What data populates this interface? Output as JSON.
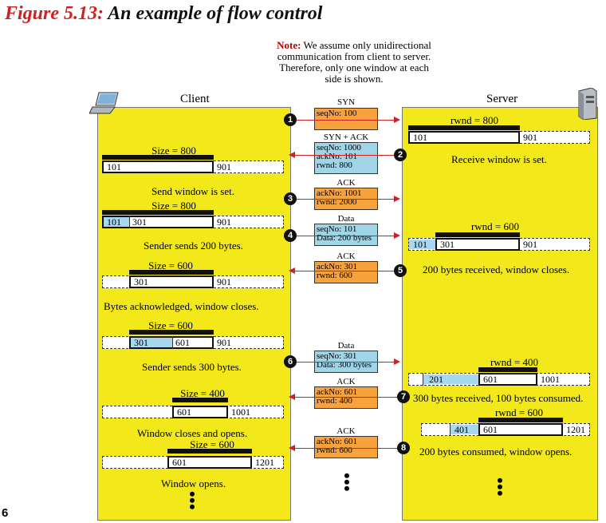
{
  "figure": {
    "number": "Figure 5.13:",
    "caption": "An example of flow control"
  },
  "note": {
    "label": "Note:",
    "line1": "We assume only unidirectional",
    "line2": "communication from client to server.",
    "line3": "Therefore, only one window at each",
    "line4": "side is shown."
  },
  "client_label": "Client",
  "server_label": "Server",
  "page_number": "6",
  "client": {
    "size1": "Size = 800",
    "w1": [
      "101",
      "901"
    ],
    "cap1": "Send window is set.",
    "size2": "Size = 800",
    "w2": [
      "101",
      "301",
      "901"
    ],
    "cap2": "Sender sends 200 bytes.",
    "size3": "Size = 600",
    "w3": [
      "301",
      "901"
    ],
    "cap3": "Bytes acknowledged, window closes.",
    "size4": "Size = 600",
    "w4": [
      "301",
      "601",
      "901"
    ],
    "cap4": "Sender sends 300 bytes.",
    "size5": "Size = 400",
    "w5": [
      "601",
      "1001"
    ],
    "cap5": "Window closes and opens.",
    "size6": "Size = 600",
    "w6": [
      "601",
      "1201"
    ],
    "cap6": "Window opens."
  },
  "server": {
    "r1": "rwnd = 800",
    "w1": [
      "101",
      "901"
    ],
    "cap1": "Receive window is set.",
    "r2": "rwnd = 600",
    "w2": [
      "101",
      "301",
      "901"
    ],
    "cap2": "200 bytes received, window closes.",
    "r3": "rwnd = 400",
    "w3": [
      "201",
      "601",
      "1001"
    ],
    "cap3": "300 bytes received, 100 bytes consumed.",
    "r4": "rwnd = 600",
    "w4": [
      "401",
      "601",
      "1201"
    ],
    "cap4": "200 bytes consumed, window opens."
  },
  "packets": [
    {
      "step": "1",
      "title": "SYN",
      "lines": [
        "seqNo: 100"
      ],
      "color": "#f7a23d",
      "direction": "to-server"
    },
    {
      "step": "2",
      "title": "SYN + ACK",
      "lines": [
        "seqNo: 1000",
        "ackNo: 101",
        "rwnd: 800"
      ],
      "color": "#9fd5e6",
      "direction": "to-client"
    },
    {
      "step": "3",
      "title": "ACK",
      "lines": [
        "ackNo: 1001",
        "rwnd: 2000"
      ],
      "color": "#f7a23d",
      "direction": "to-server"
    },
    {
      "step": "4",
      "title": "Data",
      "lines": [
        "seqNo: 101",
        "Data: 200 bytes"
      ],
      "color": "#9fd5e6",
      "direction": "to-server"
    },
    {
      "step": "5",
      "title": "ACK",
      "lines": [
        "ackNo: 301",
        "rwnd: 600"
      ],
      "color": "#f7a23d",
      "direction": "to-client"
    },
    {
      "step": "6",
      "title": "Data",
      "lines": [
        "seqNo: 301",
        "Data: 300 bytes"
      ],
      "color": "#9fd5e6",
      "direction": "to-server"
    },
    {
      "step": "7",
      "title": "ACK",
      "lines": [
        "ackNo: 601",
        "rwnd: 400"
      ],
      "color": "#f7a23d",
      "direction": "to-client"
    },
    {
      "step": "8",
      "title": "ACK",
      "lines": [
        "ackNo: 601",
        "rwnd: 600"
      ],
      "color": "#f7a23d",
      "direction": "to-client"
    }
  ]
}
